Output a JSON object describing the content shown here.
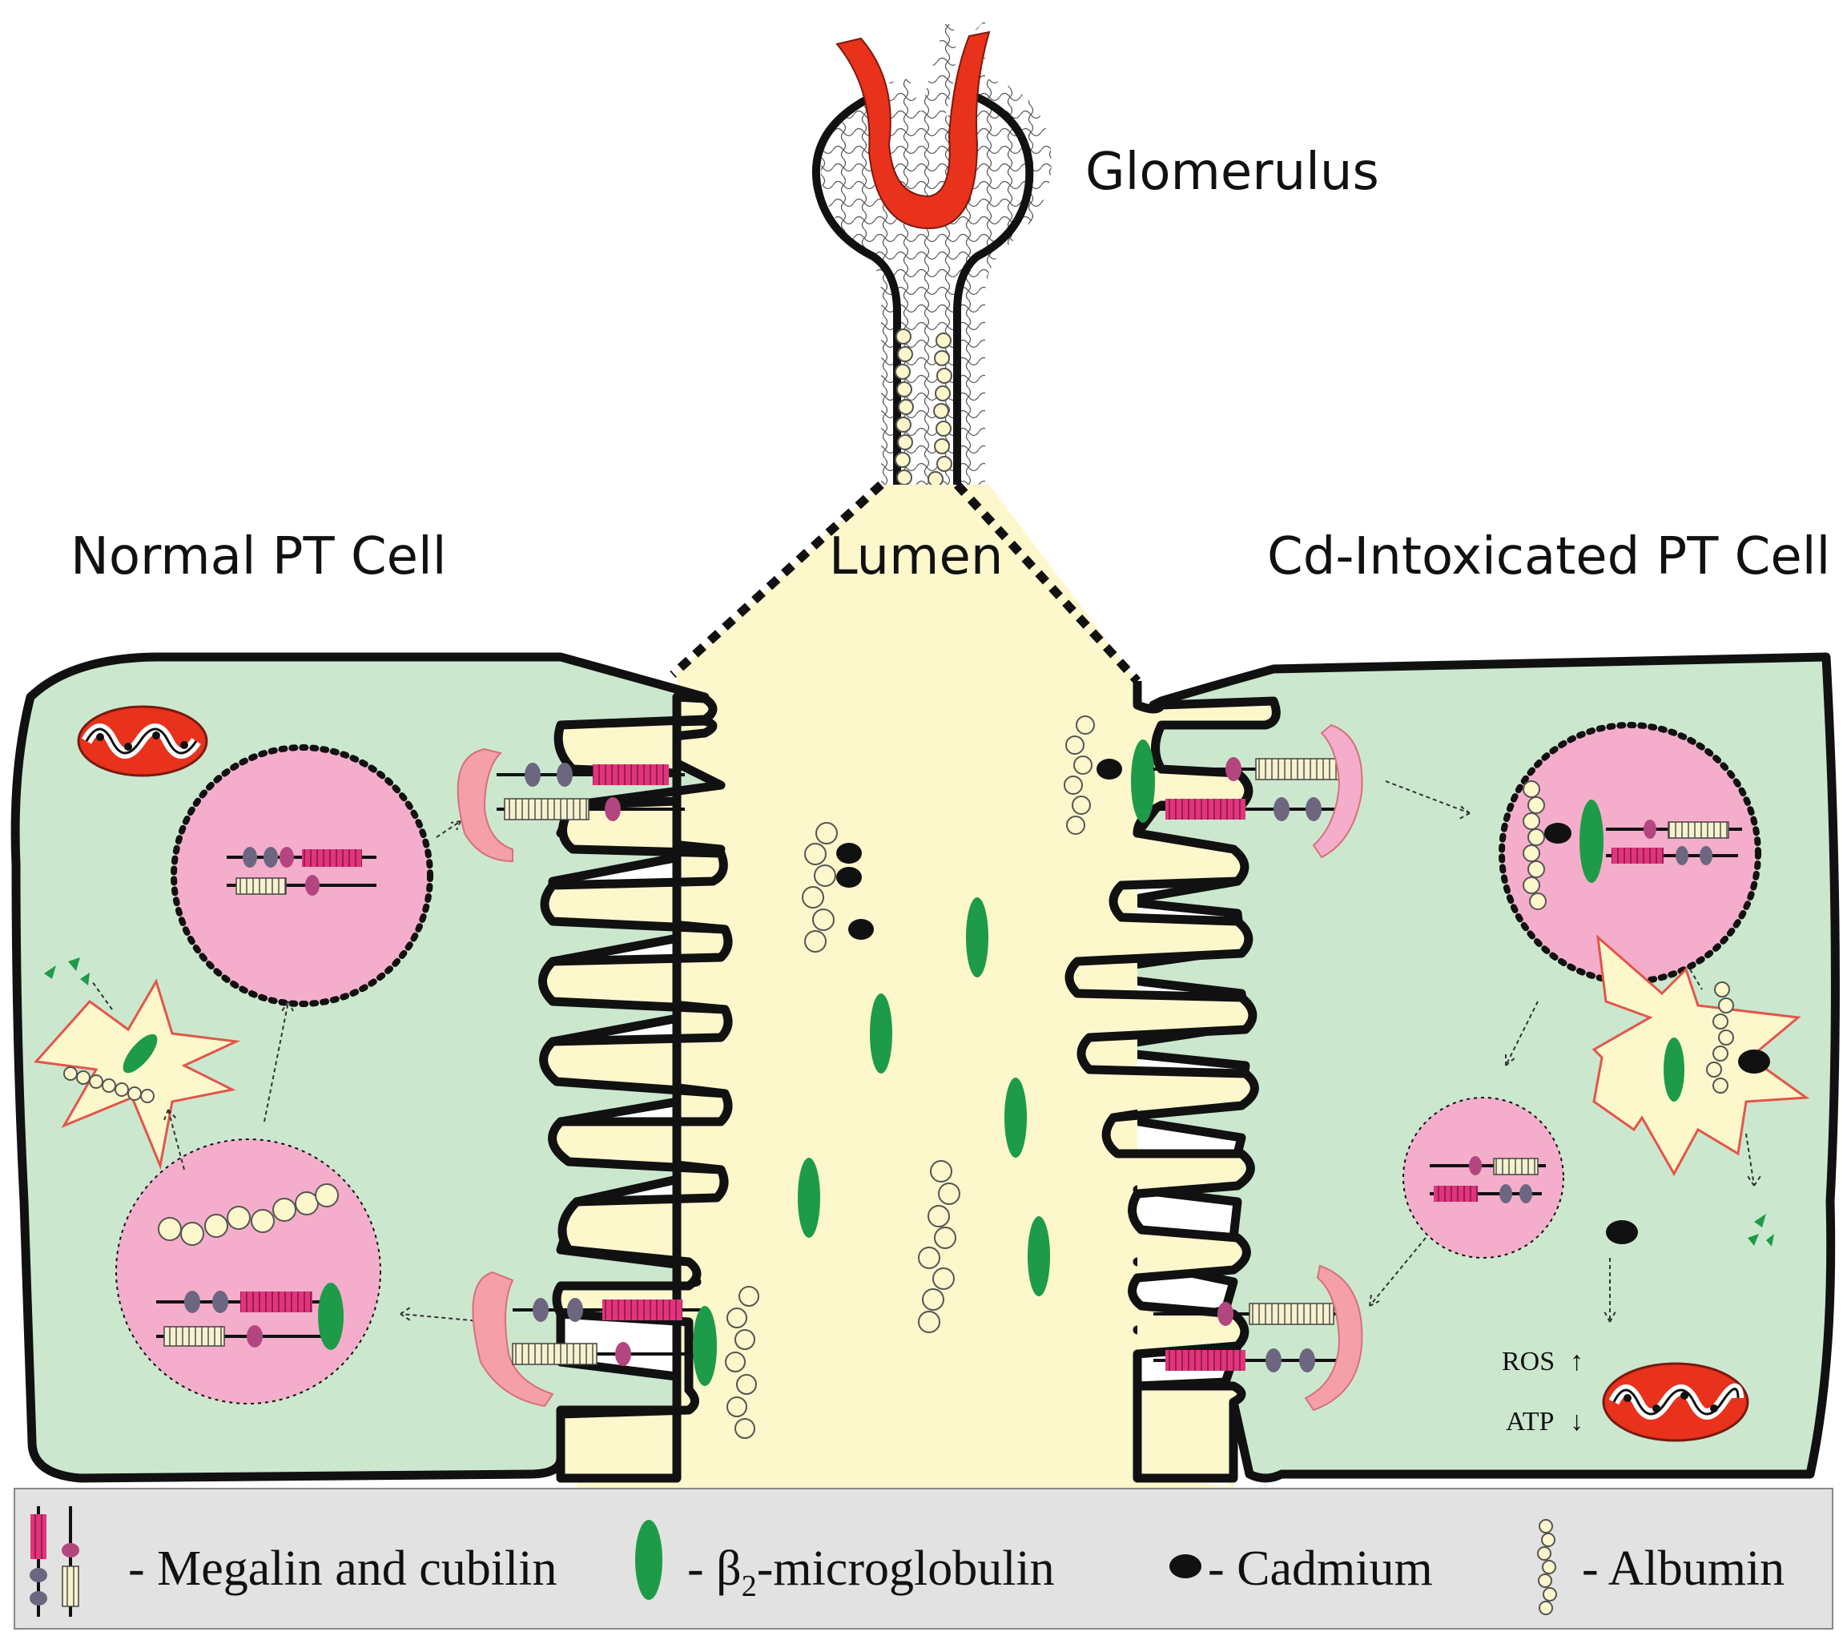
{
  "labels": {
    "glomerulus": "Glomerulus",
    "normal_cell": "Normal PT Cell",
    "lumen": "Lumen",
    "cd_cell": "Cd-Intoxicated PT Cell",
    "ros": "ROS",
    "atp": "ATP",
    "ros_arrow": "↑",
    "atp_arrow": "↓"
  },
  "legend": {
    "megalin": "- Megalin and cubilin",
    "b2m_prefix": "- β",
    "b2m_sub": "2",
    "b2m_suffix": "-microglobulin",
    "cadmium": "- Cadmium",
    "albumin": "- Albumin"
  },
  "colors": {
    "cell_fill": "#cbe8cf",
    "lumen_fill": "#fdf7cc",
    "vesicle_fill": "#f4aecb",
    "megalin": "#e0357d",
    "cubilin": "#f5efc8",
    "knob_dark": "#6d6680",
    "knob_pink": "#b3467f",
    "b2m": "#1e9b48",
    "cadmium": "#111111",
    "capillary": "#e8321c",
    "mitochondria": "#e8321c",
    "legend_bg": "#e2e2e2"
  }
}
